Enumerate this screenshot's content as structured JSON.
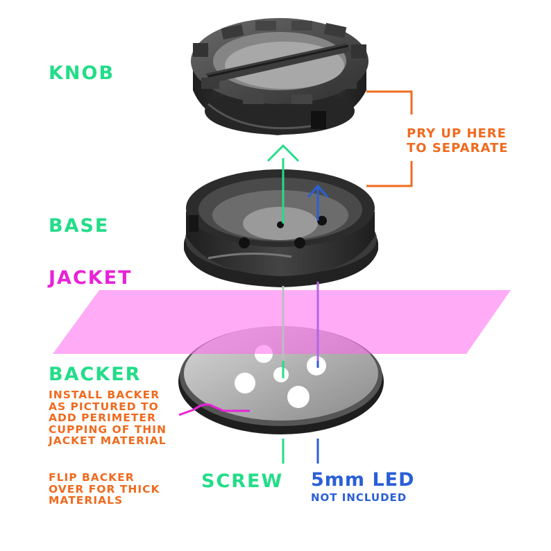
{
  "labels": {
    "knob": "KNOB",
    "base": "BASE",
    "jacket": "JACKET",
    "backer": "BACKER",
    "screw": "SCREW",
    "led": "5mm LED",
    "led_note": "NOT INCLUDED"
  },
  "notes": {
    "pry": [
      "PRY UP HERE",
      "TO SEPARATE"
    ],
    "install": [
      "INSTALL BACKER",
      "AS PICTURED TO",
      "ADD PERIMETER",
      "CUPPING OF THIN",
      "JACKET MATERIAL"
    ],
    "flip": [
      "FLIP BACKER",
      "OVER FOR THICK",
      "MATERIALS"
    ]
  },
  "colors": {
    "green": "#22dd88",
    "orange": "#f06a1e",
    "magenta": "#e822d8",
    "blue": "#2a5fd6",
    "jacket_fill": "#ff66ee",
    "part_dark": "#2b2b2b",
    "part_mid": "#4a4a4a",
    "part_light": "#8c8c8c"
  }
}
